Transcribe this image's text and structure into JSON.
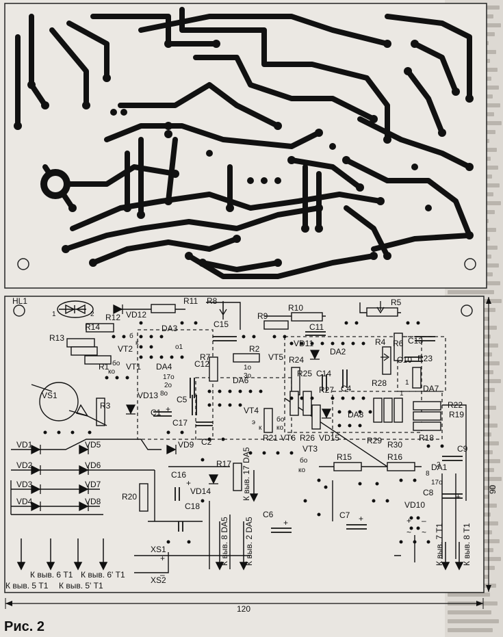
{
  "figure": {
    "caption": "Рис. 2",
    "dimension_width": "120",
    "dimension_height": "90"
  },
  "components": {
    "HL1": "HL1",
    "VD12": "VD12",
    "R11": "R11",
    "R8": "R8",
    "R12": "R12",
    "R14": "R14",
    "DA3": "DA3",
    "C15": "C15",
    "R9": "R9",
    "R10": "R10",
    "R5": "R5",
    "R13": "R13",
    "VT2": "VT2",
    "R1": "R1",
    "VT1": "VT1",
    "DA4": "DA4",
    "C12": "C12",
    "R7": "R7",
    "R2": "R2",
    "VT5": "VT5",
    "C11": "C11",
    "VD11": "VD11",
    "R24": "R24",
    "DA2": "DA2",
    "C13": "C13",
    "R4": "R4",
    "R6": "R6",
    "C10": "C10",
    "R23": "R23",
    "VS1": "VS1",
    "R3": "R3",
    "VD13": "VD13",
    "C1": "C1",
    "C5": "C5",
    "C17": "C17",
    "DA6": "DA6",
    "C14": "C14",
    "R25": "R25",
    "C4": "C4",
    "R28": "R28",
    "DA7": "DA7",
    "R27": "R27",
    "VT4": "VT4",
    "DA8": "DA8",
    "R22": "R22",
    "R19": "R19",
    "R21": "R21",
    "VT6": "VT6",
    "R26": "R26",
    "VD15": "VD15",
    "R29": "R29",
    "R30": "R30",
    "R18": "R18",
    "C2": "C2",
    "VD1": "VD1",
    "VD5": "VD5",
    "VD9": "VD9",
    "VT3": "VT3",
    "C9": "C9",
    "VD2": "VD2",
    "VD6": "VD6",
    "R17": "R17",
    "R15": "R15",
    "R16": "R16",
    "DA1": "DA1",
    "VD3": "VD3",
    "VD7": "VD7",
    "C16": "C16",
    "VD14": "VD14",
    "C8": "C8",
    "VD4": "VD4",
    "VD8": "VD8",
    "R20": "R20",
    "C18": "C18",
    "C6": "C6",
    "C7": "C7",
    "VD10": "VD10",
    "XS1": "XS1",
    "XS2": "XS2"
  },
  "pin_marks": {
    "p1": "1",
    "p2": "2",
    "b": "б",
    "k": "к",
    "e": "э",
    "bo": "бо",
    "ko": "ко",
    "o1": "о1",
    "p17o": "17о",
    "p2o": "2о",
    "p8o": "8о",
    "p1o": "1о",
    "p3o": "3о",
    "p2b": "2",
    "p8": "8",
    "p17": "17о",
    "p1b": "1",
    "p1c": "1"
  },
  "connections": {
    "t6": "К выв. 6 Т1",
    "t5": "К выв. 5 Т1",
    "t6p": "К выв. 6' Т1",
    "t5p": "К выв. 5' Т1",
    "da5_17": "К выв. 17 DA5",
    "da5_8": "К выв. 8 DA5",
    "da5_2": "К выв. 2 DA5",
    "t7": "К выв. 7 Т1",
    "t8": "К выв. 8 Т1"
  },
  "polarity": {
    "plus": "+",
    "minus": "–",
    "tilde": "~"
  },
  "colors": {
    "copper": "#111111",
    "paper": "#e9e6e1",
    "outline": "#222222"
  }
}
